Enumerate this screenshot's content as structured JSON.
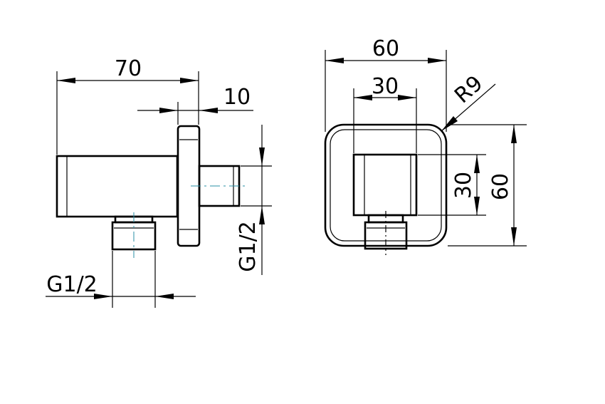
{
  "side_view": {
    "overall_length": "70",
    "flange_thickness": "10",
    "outlet_thread": "G1/2",
    "inlet_thread": "G1/2"
  },
  "front_view": {
    "width": "60",
    "inner_width": "30",
    "corner_radius": "R9",
    "inner_height": "30",
    "height": "60"
  },
  "colors": {
    "line": "#000000",
    "center_line": "#2a8fa6",
    "background": "#ffffff"
  }
}
